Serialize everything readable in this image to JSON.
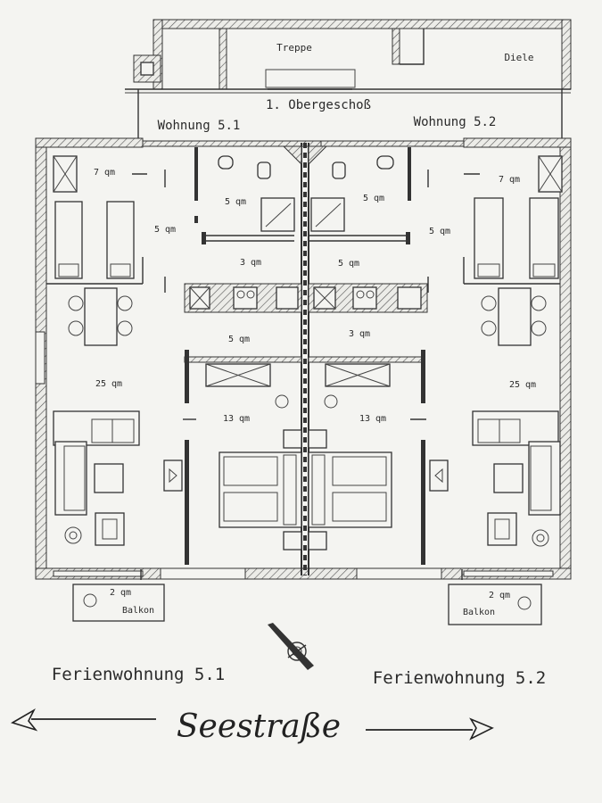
{
  "floor_title": "1. Obergeschoß",
  "rooms_top": {
    "stairs": "Treppe",
    "hall": "Diele"
  },
  "apartments": {
    "left": {
      "name": "Wohnung 5.1",
      "caption": "Ferienwohnung 5.1"
    },
    "right": {
      "name": "Wohnung 5.2",
      "caption": "Ferienwohnung 5.2"
    }
  },
  "areas": {
    "left_kitchen_top": "7 qm",
    "left_bath": "5 qm",
    "left_entry": "5 qm",
    "left_hall": "3 qm",
    "left_corridor": "5 qm",
    "left_living": "25 qm",
    "left_bedroom": "13 qm",
    "left_balcony": "2 qm",
    "right_kitchen_top": "7 qm",
    "right_bath": "5 qm",
    "right_entry": "5 qm",
    "right_hall": "5 qm",
    "right_corridor": "3 qm",
    "right_living": "25 qm",
    "right_bedroom": "13 qm",
    "right_balcony": "2 qm"
  },
  "balcony_label": "Balkon",
  "street_name": "Seestraße",
  "colors": {
    "paper": "#f4f4f1",
    "ink": "#2a2a2a",
    "wall_fill": "#dcdcd6"
  }
}
